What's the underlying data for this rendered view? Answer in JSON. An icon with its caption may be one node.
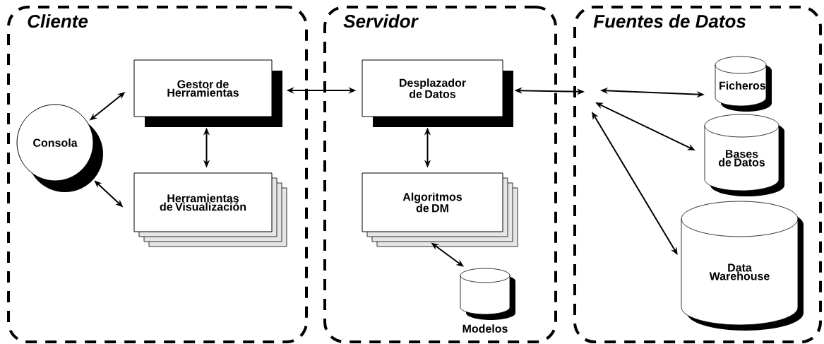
{
  "diagram": {
    "nodes": [
      {
        "text": [
          "Cliente"
        ]
      },
      {
        "text": [
          "Servidor"
        ]
      },
      {
        "text": [
          "Fuentes de Datos"
        ]
      },
      {
        "text": [
          "Consola"
        ],
        "in": 0
      },
      {
        "text": [
          "Gestor de Herramientas"
        ],
        "in": 0
      },
      {
        "text": [
          "Herramientas de Visualización"
        ],
        "in": 0
      },
      {
        "text": [
          "Desplazador de Datos"
        ],
        "in": 1
      },
      {
        "text": [
          "Algoritmos de DM"
        ],
        "in": 1
      },
      {
        "text": [
          "Modelos"
        ],
        "in": 1
      },
      {
        "text": [
          "Ficheros"
        ],
        "in": 2
      },
      {
        "text": [
          "Bases de Datos"
        ],
        "in": 2
      },
      {
        "text": [
          "Data Warehouse"
        ],
        "in": 2
      }
    ],
    "edges": [
      {
        "from": 3,
        "to": 4,
        "arrow": "both"
      },
      {
        "from": 3,
        "to": 5,
        "arrow": "both"
      },
      {
        "from": 4,
        "to": 5,
        "arrow": "both"
      },
      {
        "from": 4,
        "to": 6,
        "arrow": "both"
      },
      {
        "from": 6,
        "to": 2,
        "arrow": "both"
      },
      {
        "from": null,
        "to": 9,
        "arrow": "both"
      },
      {
        "from": null,
        "to": 10,
        "arrow": "both"
      },
      {
        "from": null,
        "to": 11,
        "arrow": "both"
      },
      {
        "from": 6,
        "to": 7,
        "arrow": "both"
      },
      {
        "from": 7,
        "to": 8,
        "arrow": "both"
      }
    ]
  }
}
